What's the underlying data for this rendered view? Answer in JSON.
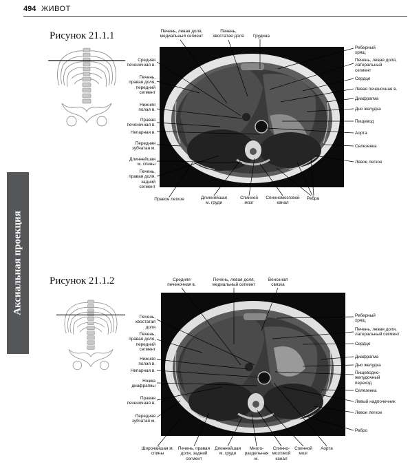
{
  "header": {
    "page_number": "494",
    "section": "ЖИВОТ"
  },
  "side_tab": {
    "label": "Аксиальная проекция"
  },
  "figure1": {
    "title": "Рисунок 21.1.1",
    "labels": {
      "left_liver_medial": "Печень, левая доля,\nмедиальный сегмент",
      "caudate": "Печень,\nхвостатая доля",
      "sternum": "Грудина",
      "mid_hepatic": "Средняя\nпеченочная в.",
      "right_ant": "Печень,\nправая доля,\nпередний\nсегмент",
      "ivc": "Нижняя\nполая в.",
      "right_hepatic": "Правая\nпеченочная в.",
      "azygos": "Непарная в.",
      "serratus": "Передняя\nзубчатая м.",
      "longissimus": "Длиннейшая\nм. спины",
      "right_post": "Печень,\nправая доля,\nзадний\nсегмент",
      "costal_cart": "Реберный\nхрящ",
      "left_lat": "Печень, левая доля,\nлатеральный\nсегмент",
      "heart": "Сердце",
      "left_hepatic": "Левая печеночная в.",
      "diaphragm": "Диафрагма",
      "fundus": "Дно желудка",
      "esophagus": "Пищевод",
      "aorta": "Аорта",
      "spleen": "Селезенка",
      "left_lung": "Левое легкое",
      "right_lung": "Правое легкое",
      "longissimus_thor": "Длиннейшая\nм. груди",
      "spinal_cord": "Спинной\nмозг",
      "spinal_canal": "Спинномозговой\nканал",
      "ribs": "Ребра"
    }
  },
  "figure2": {
    "title": "Рисунок 21.1.2",
    "labels": {
      "mid_hepatic": "Средняя\nпеченочная в.",
      "left_liver_medial": "Печень, левая доля,\nмедиальный сегмент",
      "venous_lig": "Венозная\nсвязка",
      "caudate": "Печень,\nхвостатая\nдоля",
      "right_ant": "Печень,\nправая доля,\nпередний\nсегмент",
      "ivc": "Нижняя\nполая в.",
      "azygos": "Непарная в.",
      "crus": "Ножка\nдиафрагмы",
      "right_hepatic": "Правая\nпеченочная в.",
      "serratus": "Передняя\nзубчатая м.",
      "costal_cart": "Реберный\nхрящ",
      "left_lat": "Печень, левая доля,\nлатеральный сегмент",
      "heart": "Сердце",
      "diaphragm": "Диафрагма",
      "fundus": "Дно желудка",
      "ge_junction": "Пищеводно-\nжелудочный\nпереход",
      "spleen": "Селезенка",
      "left_adrenal": "Левый надпочечник",
      "left_lung": "Левое легкое",
      "rib": "Ребро",
      "lat_dorsi": "Широчайшая м.\nспины",
      "right_post": "Печень, правая\nдоля, задний\nсегмент",
      "longissimus_thor": "Длиннейшая\nм. груди",
      "multifidus": "Много-\nраздельная м.",
      "spinal_canal": "Спинно-\nмозговой\nканал",
      "spinal_cord": "Спинной\nмозг",
      "aorta": "Аорта"
    }
  }
}
